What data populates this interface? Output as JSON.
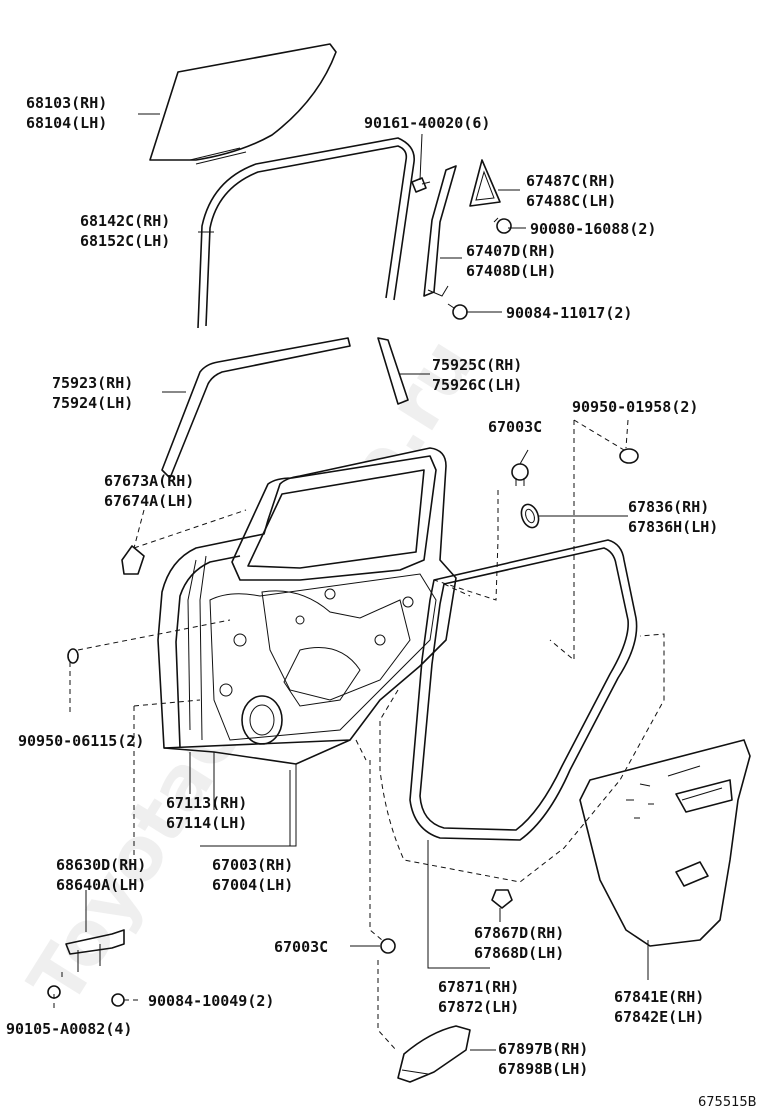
{
  "watermark": "ToyotaCar-Mine.ru",
  "diagram_code": "675515B",
  "labels": {
    "glass": [
      "68103(RH)",
      "68104(LH)"
    ],
    "run_channel": [
      "68142C(RH)",
      "68152C(LH)"
    ],
    "screw_90161": "90161-40020(6)",
    "corner_cover": [
      "67487C(RH)",
      "67488C(LH)"
    ],
    "screw_90080": "90080-16088(2)",
    "sash": [
      "67407D(RH)",
      "67408D(LH)"
    ],
    "bolt_90084_11017": "90084-11017(2)",
    "outer_weatherstrip": [
      "75923(RH)",
      "75924(LH)"
    ],
    "inner_weatherstrip": [
      "75925C(RH)",
      "75926C(LH)"
    ],
    "clip_67003c_top": "67003C",
    "plug_90950_01958": "90950-01958(2)",
    "cover_67673a": [
      "67673A(RH)",
      "67674A(LH)"
    ],
    "service_hole": [
      "67836(RH)",
      "67836H(LH)"
    ],
    "plug_90950_06115": "90950-06115(2)",
    "panel": [
      "67113(RH)",
      "67114(LH)"
    ],
    "door_assy": [
      "67003(RH)",
      "67004(LH)"
    ],
    "check": [
      "68630D(RH)",
      "68640A(LH)"
    ],
    "bolt_90084_10049": "90084-10049(2)",
    "bolt_90105": "90105-A0082(4)",
    "clip_67003c_bottom": "67003C",
    "clip_67867d": [
      "67867D(RH)",
      "67868D(LH)"
    ],
    "weatherstrip_67871": [
      "67871(RH)",
      "67872(LH)"
    ],
    "trim_board": [
      "67841E(RH)",
      "67842E(LH)"
    ],
    "armrest": [
      "67897B(RH)",
      "67898B(LH)"
    ]
  }
}
